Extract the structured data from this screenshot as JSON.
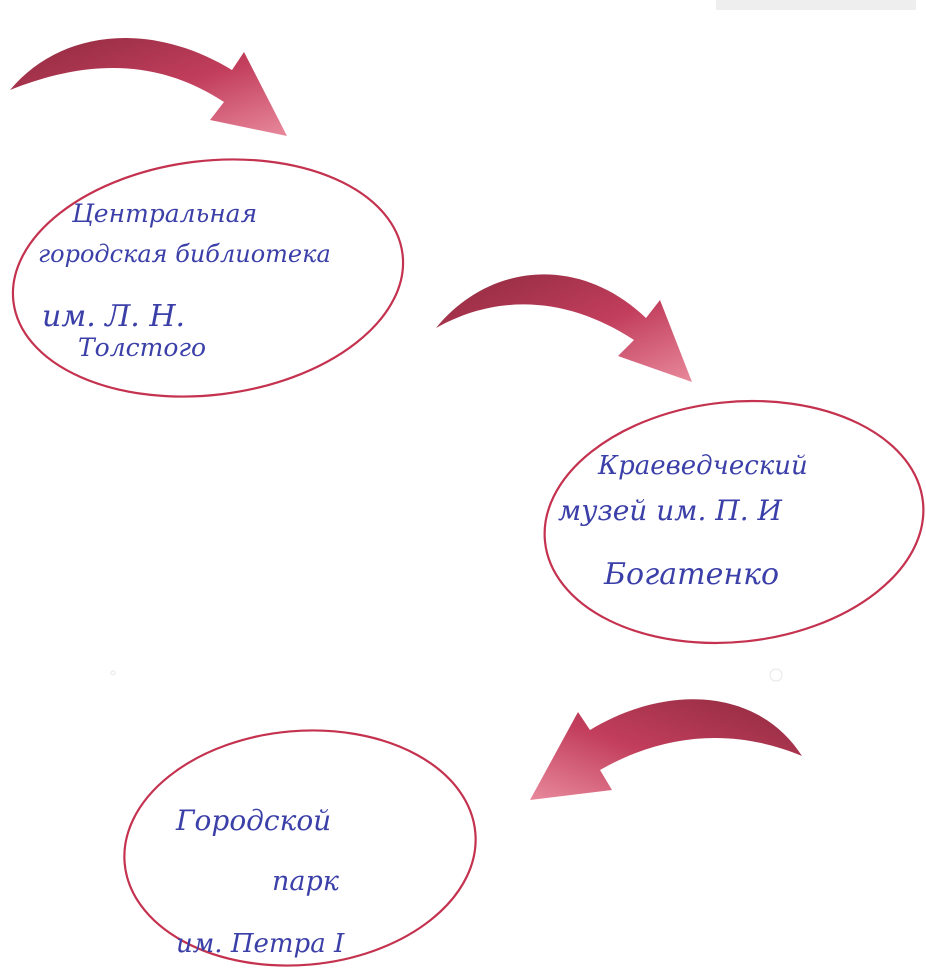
{
  "colors": {
    "ink": "#3b3fa8",
    "oval_stroke": "#c4324f",
    "arrow_dark": "#8e2a3f",
    "arrow_mid": "#c23e5c",
    "arrow_light": "#e8899c"
  },
  "nodes": [
    {
      "id": "library",
      "lines": [
        "Центральная",
        "городская библиотека",
        "им. Л. Н.",
        "Толстого"
      ]
    },
    {
      "id": "museum",
      "lines": [
        "Краеведческий",
        "музей им. П. И",
        "Богатенко"
      ]
    },
    {
      "id": "park",
      "lines": [
        "Городской",
        "парк",
        "им. Петра I"
      ]
    }
  ],
  "arrows": [
    {
      "id": "arrow-into-library",
      "icon": "curved-arrow-icon"
    },
    {
      "id": "arrow-library-to-museum",
      "icon": "curved-arrow-icon"
    },
    {
      "id": "arrow-museum-to-park",
      "icon": "curved-arrow-icon"
    }
  ]
}
